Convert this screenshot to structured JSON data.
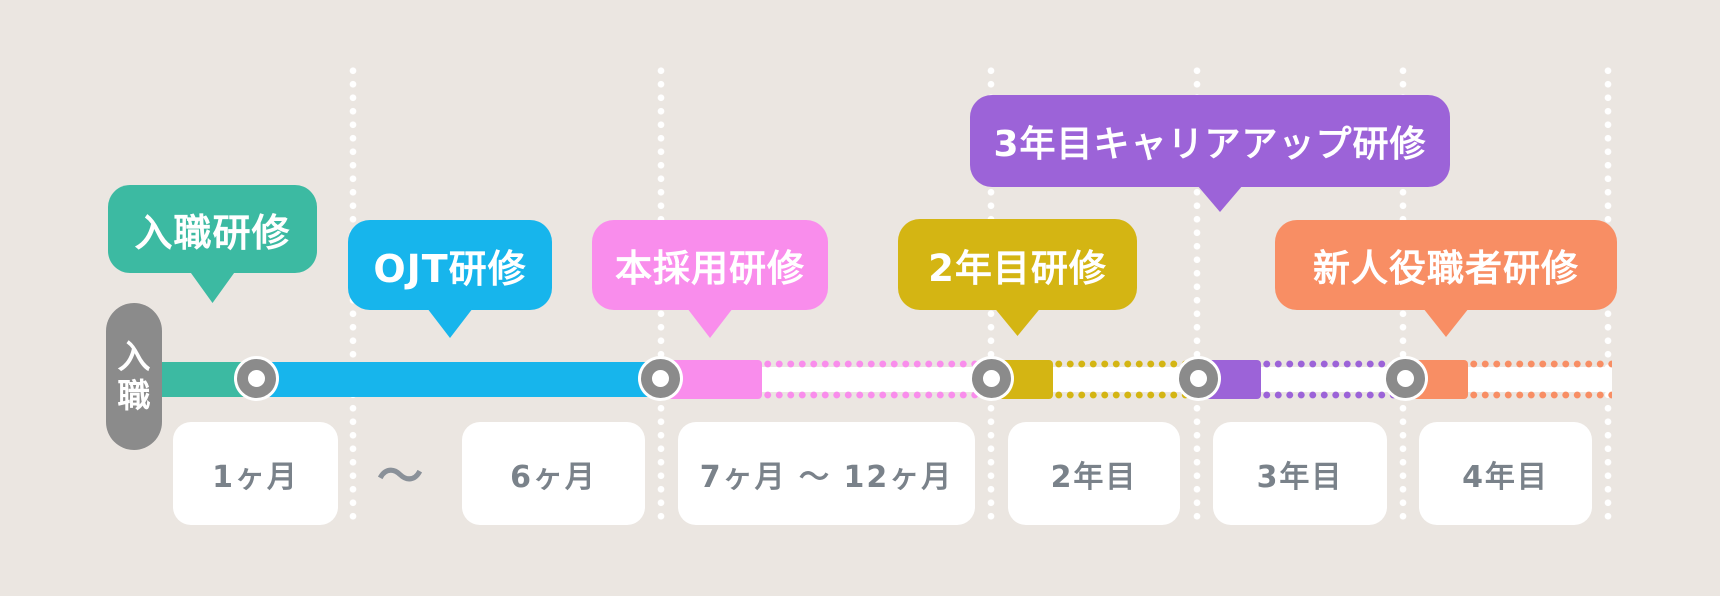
{
  "background": "#EBE6E1",
  "palette": {
    "node_gray": "#8B8B8B",
    "card_text_gray": "#7A828A",
    "gridline_white": "#FFFFFF"
  },
  "start_pill": {
    "label": "入職",
    "char_top": "入",
    "char_bottom": "職",
    "color": "#8B8B8B"
  },
  "trainings": [
    {
      "id": "induction-training",
      "label": "入職研修",
      "color": "#3CBAA2"
    },
    {
      "id": "ojt-training",
      "label": "OJT研修",
      "color": "#17B5EC"
    },
    {
      "id": "full-employment-training",
      "label": "本採用研修",
      "color": "#F98DEC"
    },
    {
      "id": "year2-training",
      "label": "2年目研修",
      "color": "#D4B513"
    },
    {
      "id": "year3-career-up-training",
      "label": "3年目キャリアアップ研修",
      "color": "#9C63D8"
    },
    {
      "id": "new-manager-training",
      "label": "新人役職者研修",
      "color": "#F88E64"
    }
  ],
  "periods": [
    {
      "label": "1ヶ月"
    },
    {
      "label": "6ヶ月"
    },
    {
      "label": "7ヶ月 ～ 12ヶ月"
    },
    {
      "label": "2年目"
    },
    {
      "label": "3年目"
    },
    {
      "label": "4年目"
    }
  ],
  "range_separator": "～"
}
